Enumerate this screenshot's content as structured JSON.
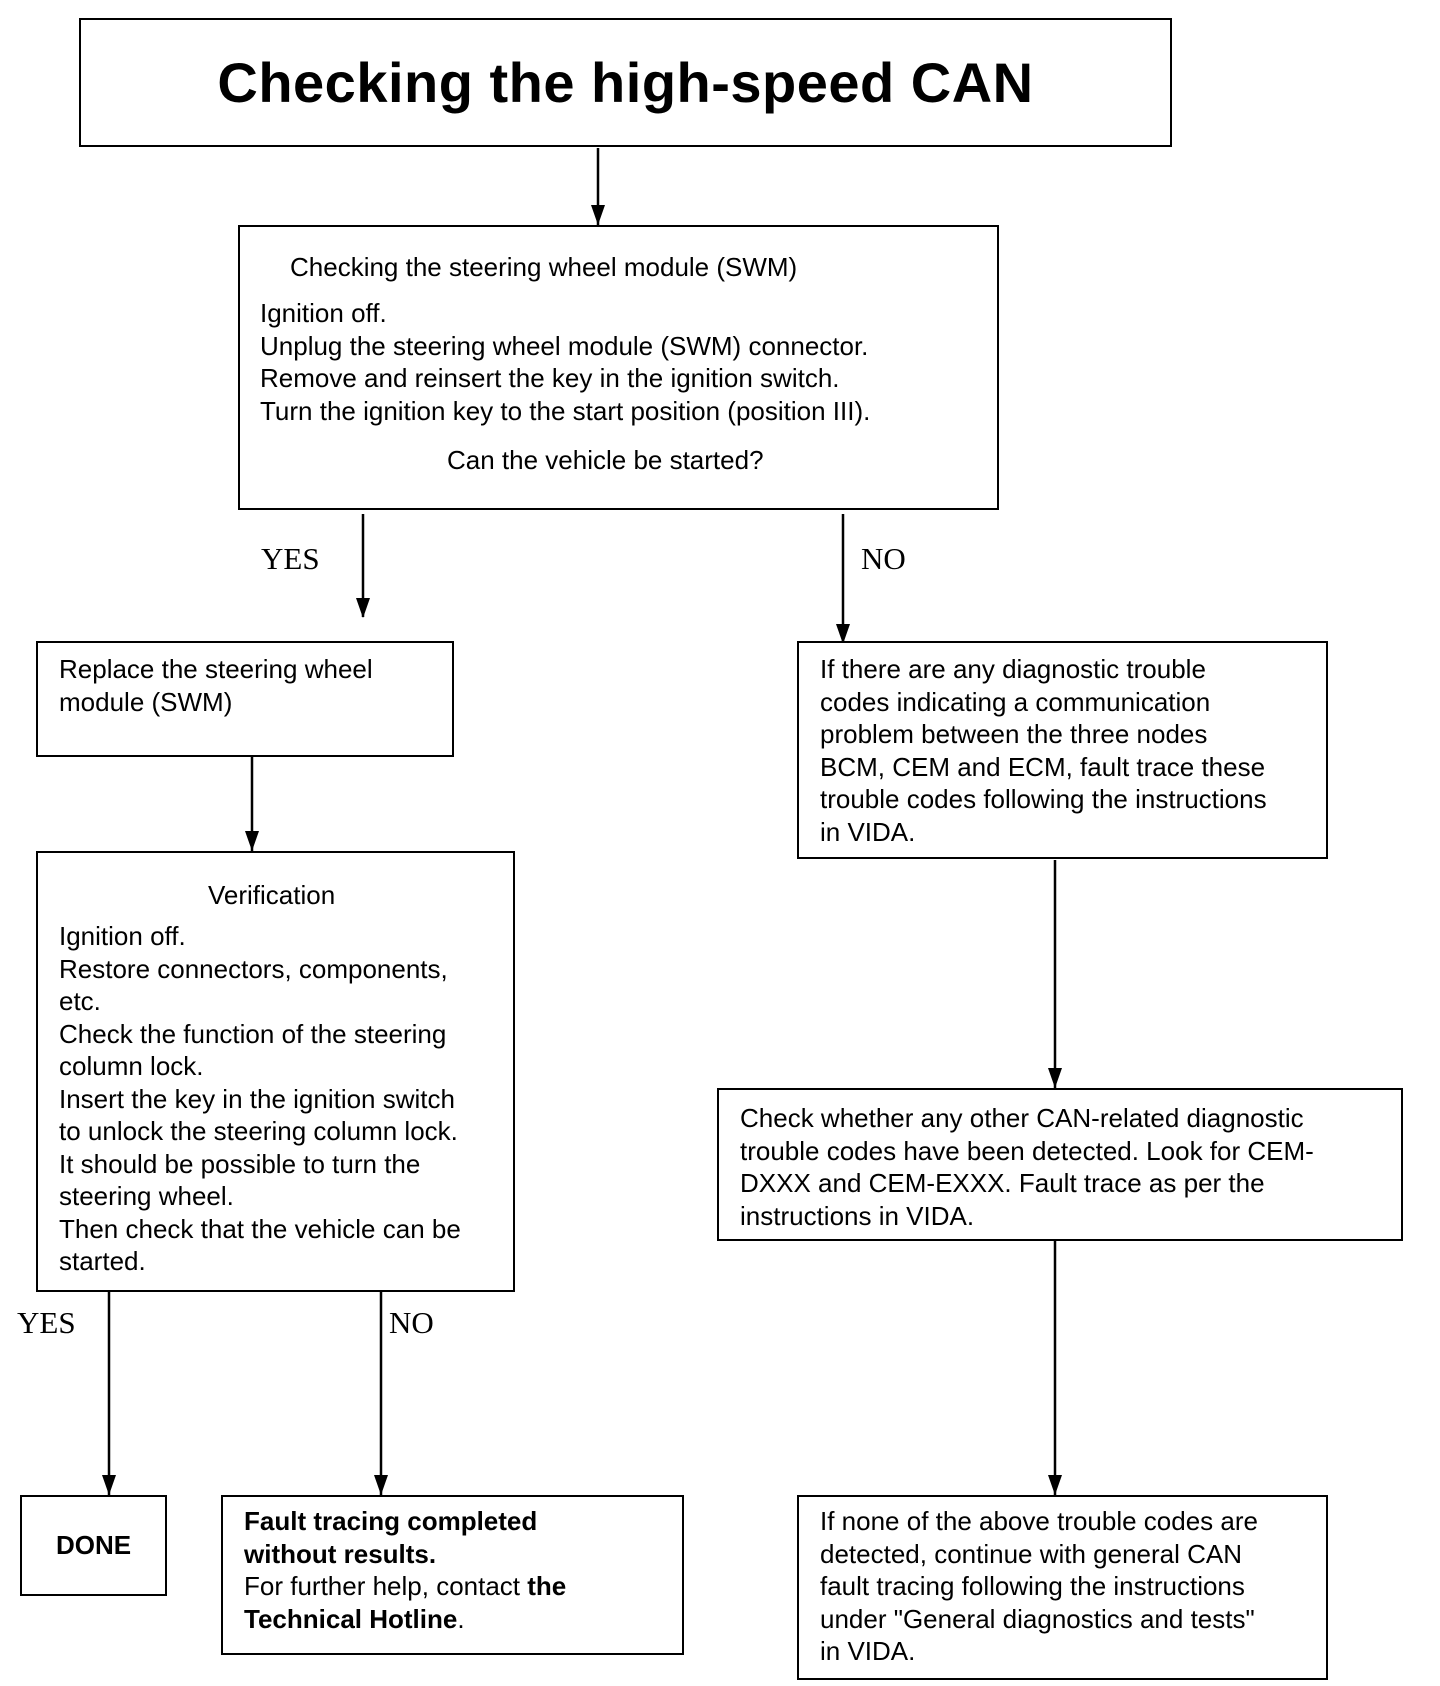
{
  "title": "Checking the high-speed CAN",
  "swm_check": {
    "heading": "Checking the steering wheel module (SWM)",
    "lines": [
      "Ignition off.",
      "Unplug the steering wheel module (SWM) connector.",
      "Remove and reinsert the key in the ignition switch.",
      "Turn the ignition key to the start position (position III)."
    ],
    "question": "Can the vehicle be started?"
  },
  "branch_labels": {
    "yes_1": "YES",
    "no_1": "NO",
    "yes_2": "YES",
    "no_2": "NO"
  },
  "replace_swm": {
    "lines": [
      "Replace the steering wheel",
      "module (SWM)"
    ]
  },
  "dtc_three_nodes": {
    "lines": [
      "If there are any diagnostic trouble",
      "codes indicating a communication",
      "problem between the three nodes",
      "BCM, CEM and ECM, fault trace these",
      "trouble codes following the instructions",
      "in VIDA."
    ]
  },
  "verification": {
    "heading": "Verification",
    "lines": [
      "Ignition off.",
      "Restore connectors, components,",
      "etc.",
      "Check the function of the steering",
      "column lock.",
      "Insert the key in the ignition switch",
      "to unlock the steering column lock.",
      "It should be possible to turn the",
      "steering wheel.",
      "Then check that the vehicle can be",
      "started."
    ]
  },
  "other_can_dtc": {
    "lines": [
      "Check whether any other CAN-related diagnostic",
      "trouble codes have been detected. Look for CEM-",
      "DXXX and CEM-EXXX. Fault trace as per the",
      "instructions in VIDA."
    ]
  },
  "done": {
    "label": "DONE"
  },
  "fault_no_result": {
    "bold_line_1": "Fault tracing completed",
    "bold_line_2": "without results.",
    "help_prefix": "For further help, contact ",
    "help_bold_1": "the",
    "help_bold_2": "Technical Hotline",
    "help_suffix": "."
  },
  "general_can": {
    "lines": [
      "If none of the above trouble codes are",
      "detected, continue with general CAN",
      "fault tracing following the instructions",
      "under \"General diagnostics and tests\"",
      "in VIDA."
    ]
  }
}
